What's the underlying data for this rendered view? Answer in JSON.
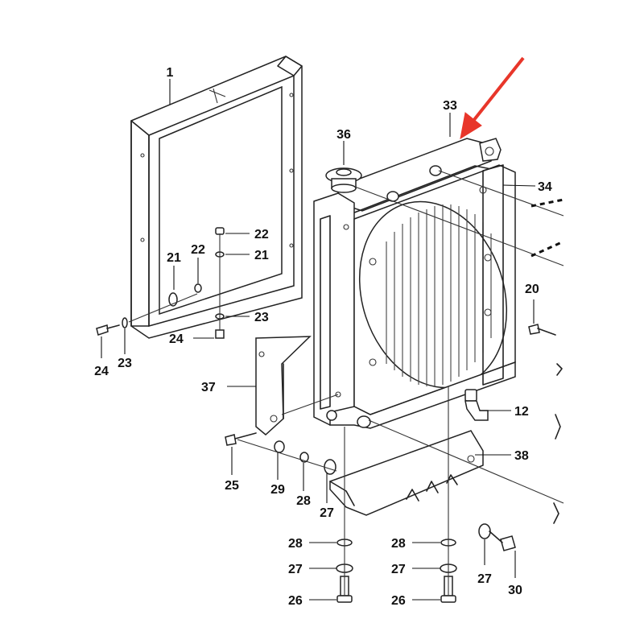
{
  "callouts": {
    "c1": "1",
    "c12": "12",
    "c20": "20",
    "c21a": "21",
    "c21b": "21",
    "c22a": "22",
    "c22b": "22",
    "c23a": "23",
    "c23b": "23",
    "c24a": "24",
    "c24b": "24",
    "c25": "25",
    "c26a": "26",
    "c26b": "26",
    "c27a": "27",
    "c27b": "27",
    "c27c": "27",
    "c27d": "27",
    "c28a": "28",
    "c28b": "28",
    "c28c": "28",
    "c29": "29",
    "c30": "30",
    "c33": "33",
    "c34": "34",
    "c36": "36",
    "c37": "37",
    "c38": "38"
  },
  "colors": {
    "line": "#222222",
    "highlight_arrow": "#e8362a",
    "background": "#ffffff"
  }
}
